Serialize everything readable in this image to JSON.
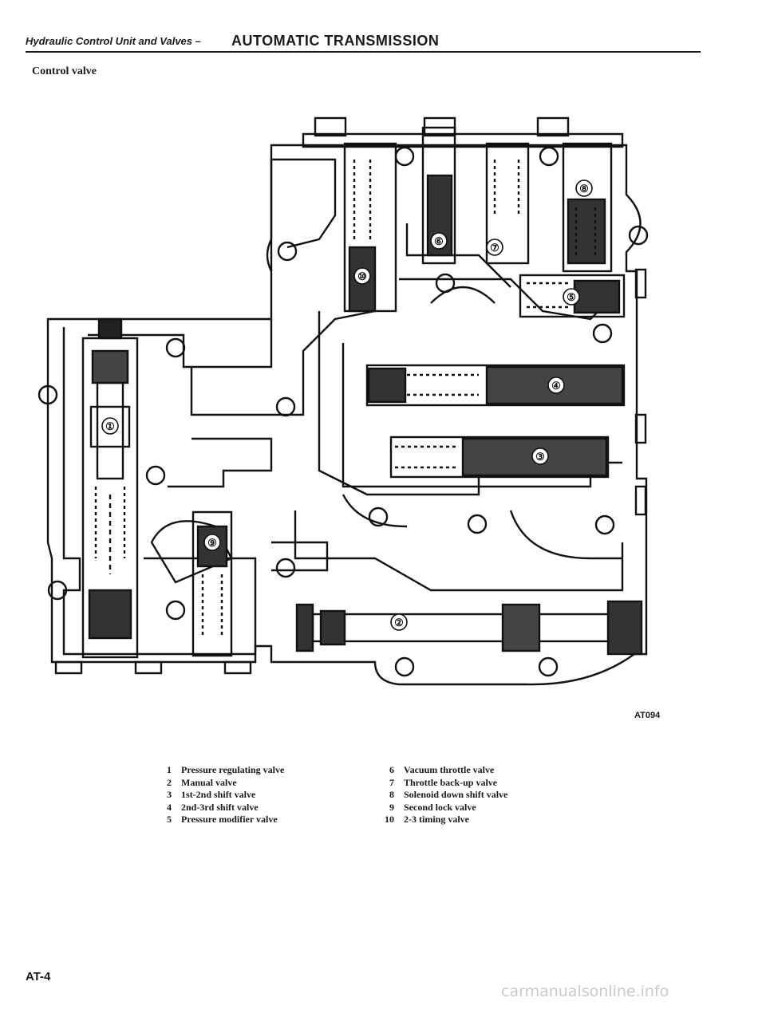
{
  "header": {
    "section": "Hydraulic Control Unit and Valves",
    "separator": " –",
    "title": "AUTOMATIC TRANSMISSION"
  },
  "section_title": "Control valve",
  "figure_code": "AT094",
  "callouts": [
    "①",
    "②",
    "③",
    "④",
    "⑤",
    "⑥",
    "⑦",
    "⑧",
    "⑨",
    "⑩"
  ],
  "legend": {
    "left": [
      {
        "num": "1",
        "label": "Pressure regulating valve"
      },
      {
        "num": "2",
        "label": "Manual valve"
      },
      {
        "num": "3",
        "label": "1st-2nd shift valve"
      },
      {
        "num": "4",
        "label": "2nd-3rd shift valve"
      },
      {
        "num": "5",
        "label": "Pressure modifier valve"
      }
    ],
    "right": [
      {
        "num": "6",
        "label": "Vacuum throttle valve"
      },
      {
        "num": "7",
        "label": "Throttle back-up valve"
      },
      {
        "num": "8",
        "label": "Solenoid down shift valve"
      },
      {
        "num": "9",
        "label": "Second lock valve"
      },
      {
        "num": "10",
        "label": "2-3 timing valve"
      }
    ]
  },
  "page_number": "AT-4",
  "watermark": "carmanualsonline.info"
}
